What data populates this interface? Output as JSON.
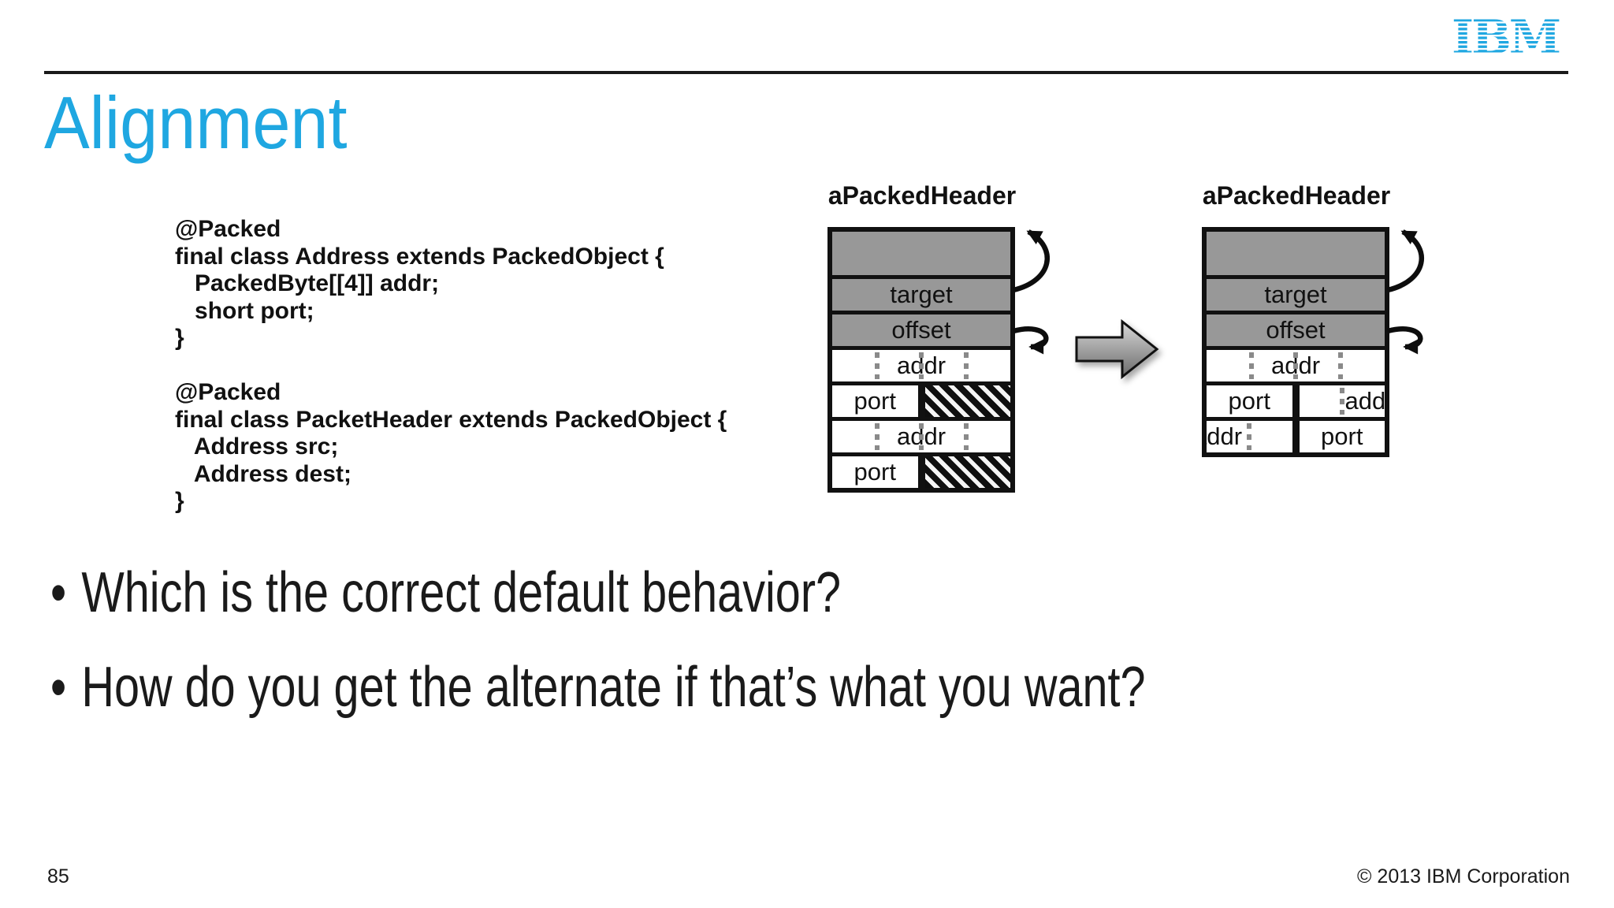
{
  "slide": {
    "title": "Alignment",
    "logo_text": "IBM",
    "page_number": "85",
    "copyright": "© 2013 IBM Corporation"
  },
  "colors": {
    "accent_blue": "#1fa7e1",
    "diagram_gray": "#989898",
    "text": "#1a1a1a"
  },
  "code": {
    "text": "@Packed\nfinal class Address extends PackedObject {\n   PackedByte[[4]] addr;\n   short port;\n}\n\n@Packed\nfinal class PacketHeader extends PackedObject {\n   Address src;\n   Address dest;\n}"
  },
  "bullet_char": "•",
  "bullets": [
    "Which is the correct default behavior?",
    "How do you get the alternate if that’s what you want?"
  ],
  "diagram_left": {
    "title": "aPackedHeader",
    "rows": {
      "header": "",
      "target": "target",
      "offset": "offset",
      "addr1": "addr",
      "port1": "port",
      "addr2": "addr",
      "port2": "port"
    }
  },
  "diagram_right": {
    "title": "aPackedHeader",
    "rows": {
      "header": "",
      "target": "target",
      "offset": "offset",
      "addr1": "addr",
      "port1": "port",
      "addr2_start": "addr",
      "addr2_end": "addr",
      "port2": "port"
    }
  }
}
